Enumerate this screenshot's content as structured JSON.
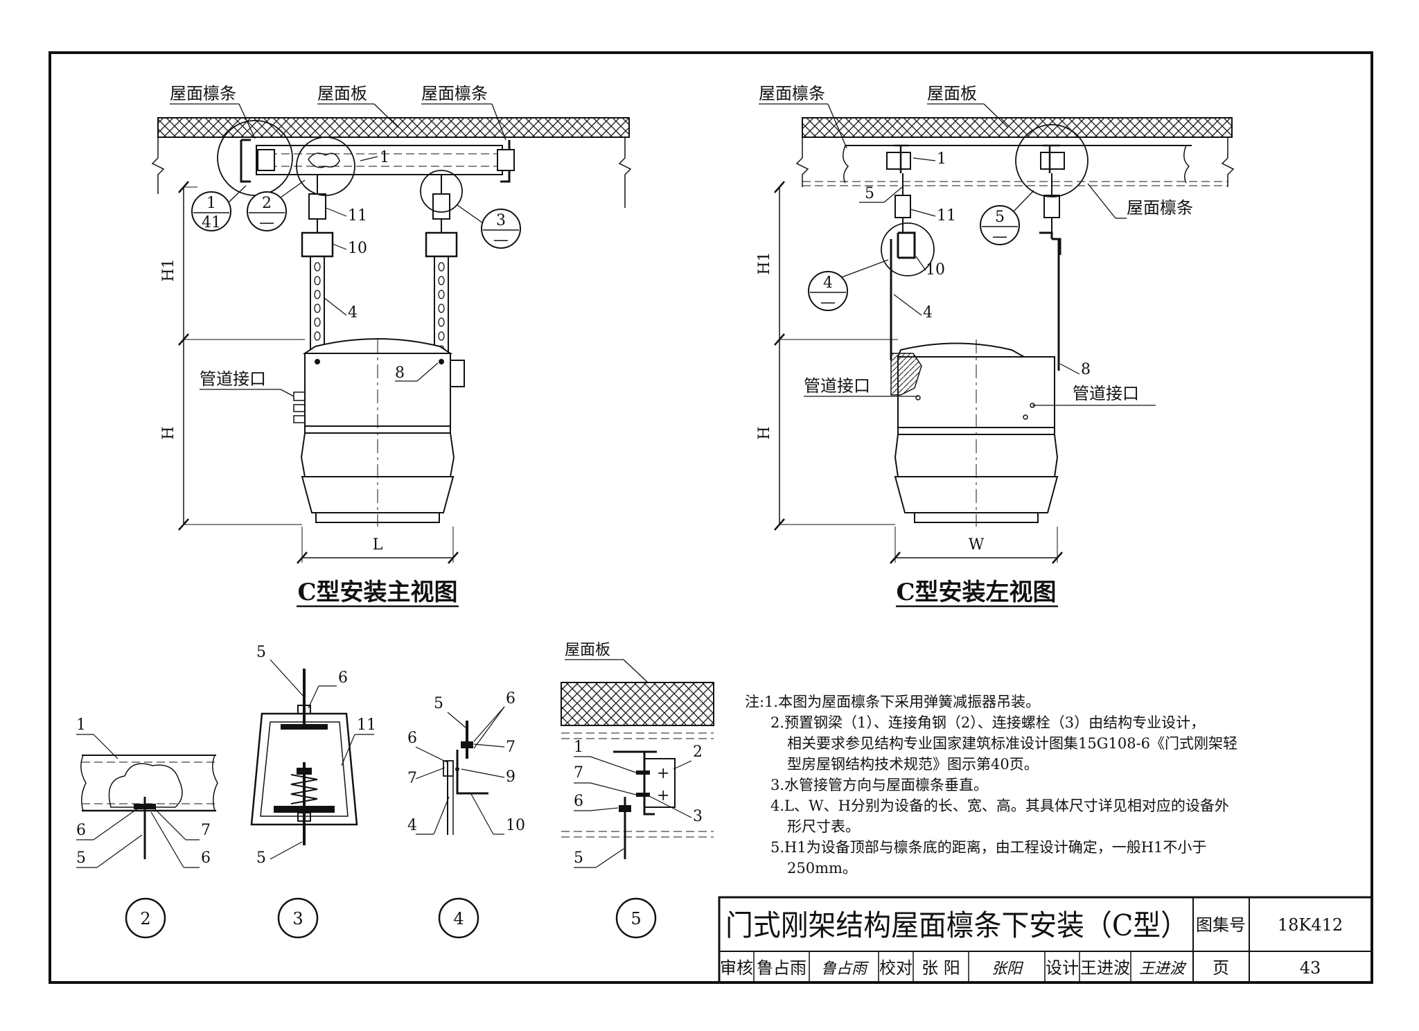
{
  "labels": {
    "roof_purlin": "屋面檩条",
    "roof_panel": "屋面板",
    "pipe_interface": "管道接口"
  },
  "dims": {
    "h1": "H1",
    "h": "H",
    "l": "L",
    "w": "W"
  },
  "view_titles": {
    "front": "C型安装主视图",
    "left": "C型安装左视图"
  },
  "callouts": {
    "c1_top": "1",
    "c1_bot": "41",
    "c2_top": "2",
    "c2_bot": "—",
    "c3_top": "3",
    "c3_bot": "—",
    "c4_top": "4",
    "c4_bot": "—",
    "c5_top": "5",
    "c5_bot": "—"
  },
  "numbers": {
    "n1": "1",
    "n2": "2",
    "n3": "3",
    "n4": "4",
    "n5": "5",
    "n6": "6",
    "n7": "7",
    "n8": "8",
    "n9": "9",
    "n10": "10",
    "n11": "11"
  },
  "detail_ids": [
    "2",
    "3",
    "4",
    "5"
  ],
  "notes": [
    "注:1.本图为屋面檩条下采用弹簧减振器吊装。",
    "2.预置钢梁（1）、连接角钢（2）、连接螺栓（3）由结构专业设计，",
    "相关要求参见结构专业国家建筑标准设计图集15G108-6《门式刚架轻",
    "型房屋钢结构技术规范》图示第40页。",
    "3.水管接管方向与屋面檩条垂直。",
    "4.L、W、H分别为设备的长、宽、高。其具体尺寸详见相对应的设备外",
    "形尺寸表。",
    "5.H1为设备顶部与檩条底的距离，由工程设计确定，一般H1不小于",
    "250mm。"
  ],
  "title_block": {
    "title": "门式刚架结构屋面檩条下安装（C型）",
    "atlas_label": "图集号",
    "atlas_no": "18K412",
    "page_label": "页",
    "page_no": "43",
    "review_label": "审核",
    "reviewer": "鲁占雨",
    "reviewer_sig": "鲁占雨",
    "check_label": "校对",
    "checker": "张 阳",
    "checker_sig": "张阳",
    "design_label": "设计",
    "designer": "王进波",
    "designer_sig": "王进波"
  }
}
